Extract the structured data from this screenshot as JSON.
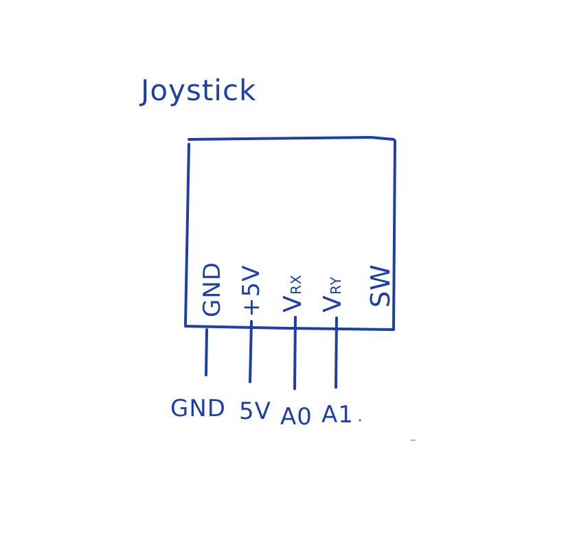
{
  "title": "Joystick",
  "module_pins": [
    {
      "label": "GND",
      "sub": ""
    },
    {
      "label": "+5V",
      "sub": ""
    },
    {
      "label": "V",
      "sub": "RX"
    },
    {
      "label": "V",
      "sub": "RY"
    },
    {
      "label": "SW",
      "sub": ""
    }
  ],
  "connections": [
    "GND",
    "5V",
    "A0",
    "A1"
  ],
  "colors": {
    "ink": "#1d3fa8",
    "background": "#ffffff"
  }
}
